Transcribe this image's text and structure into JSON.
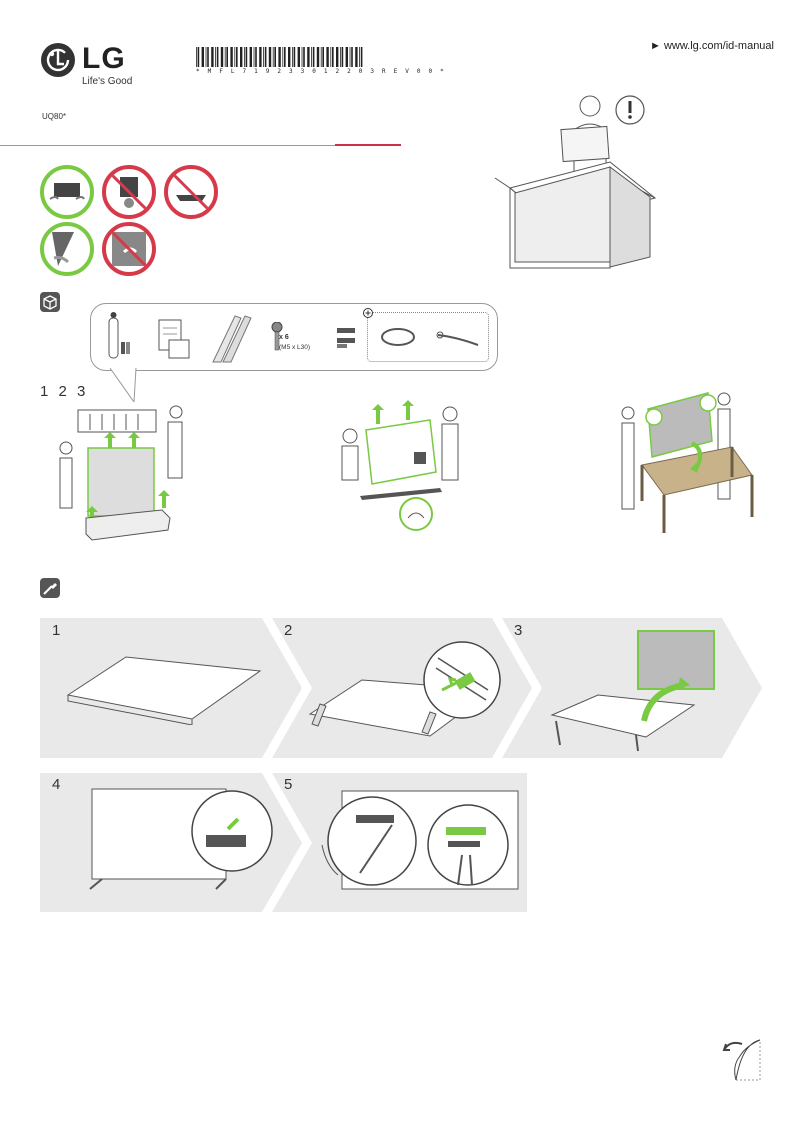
{
  "header": {
    "brand": "LG",
    "slogan": "Life's Good",
    "barcode_text": "* M F L 7 1 9 2 3 3 0 1 2 2 0 3 R E V 0 0 *",
    "url_arrow": "►",
    "url": "www.lg.com/id-manual",
    "model": "UQ80*"
  },
  "parts": {
    "screw_count": "x 6",
    "screw_spec": "(M5 x L30)"
  },
  "unpack": {
    "steps_label": "1 2 3"
  },
  "assembly": {
    "steps": [
      "1",
      "2",
      "3",
      "4",
      "5"
    ]
  },
  "colors": {
    "accent_green": "#7ac943",
    "prohibit_red": "#d63a4a",
    "panel_gray": "#e9e9e9",
    "rule_red": "#c8334a"
  },
  "icons": {
    "box_icon": "package-icon",
    "tool_icon": "screwdriver-icon",
    "warning_icon": "exclamation-icon",
    "page_turn_icon": "page-turn-icon"
  }
}
